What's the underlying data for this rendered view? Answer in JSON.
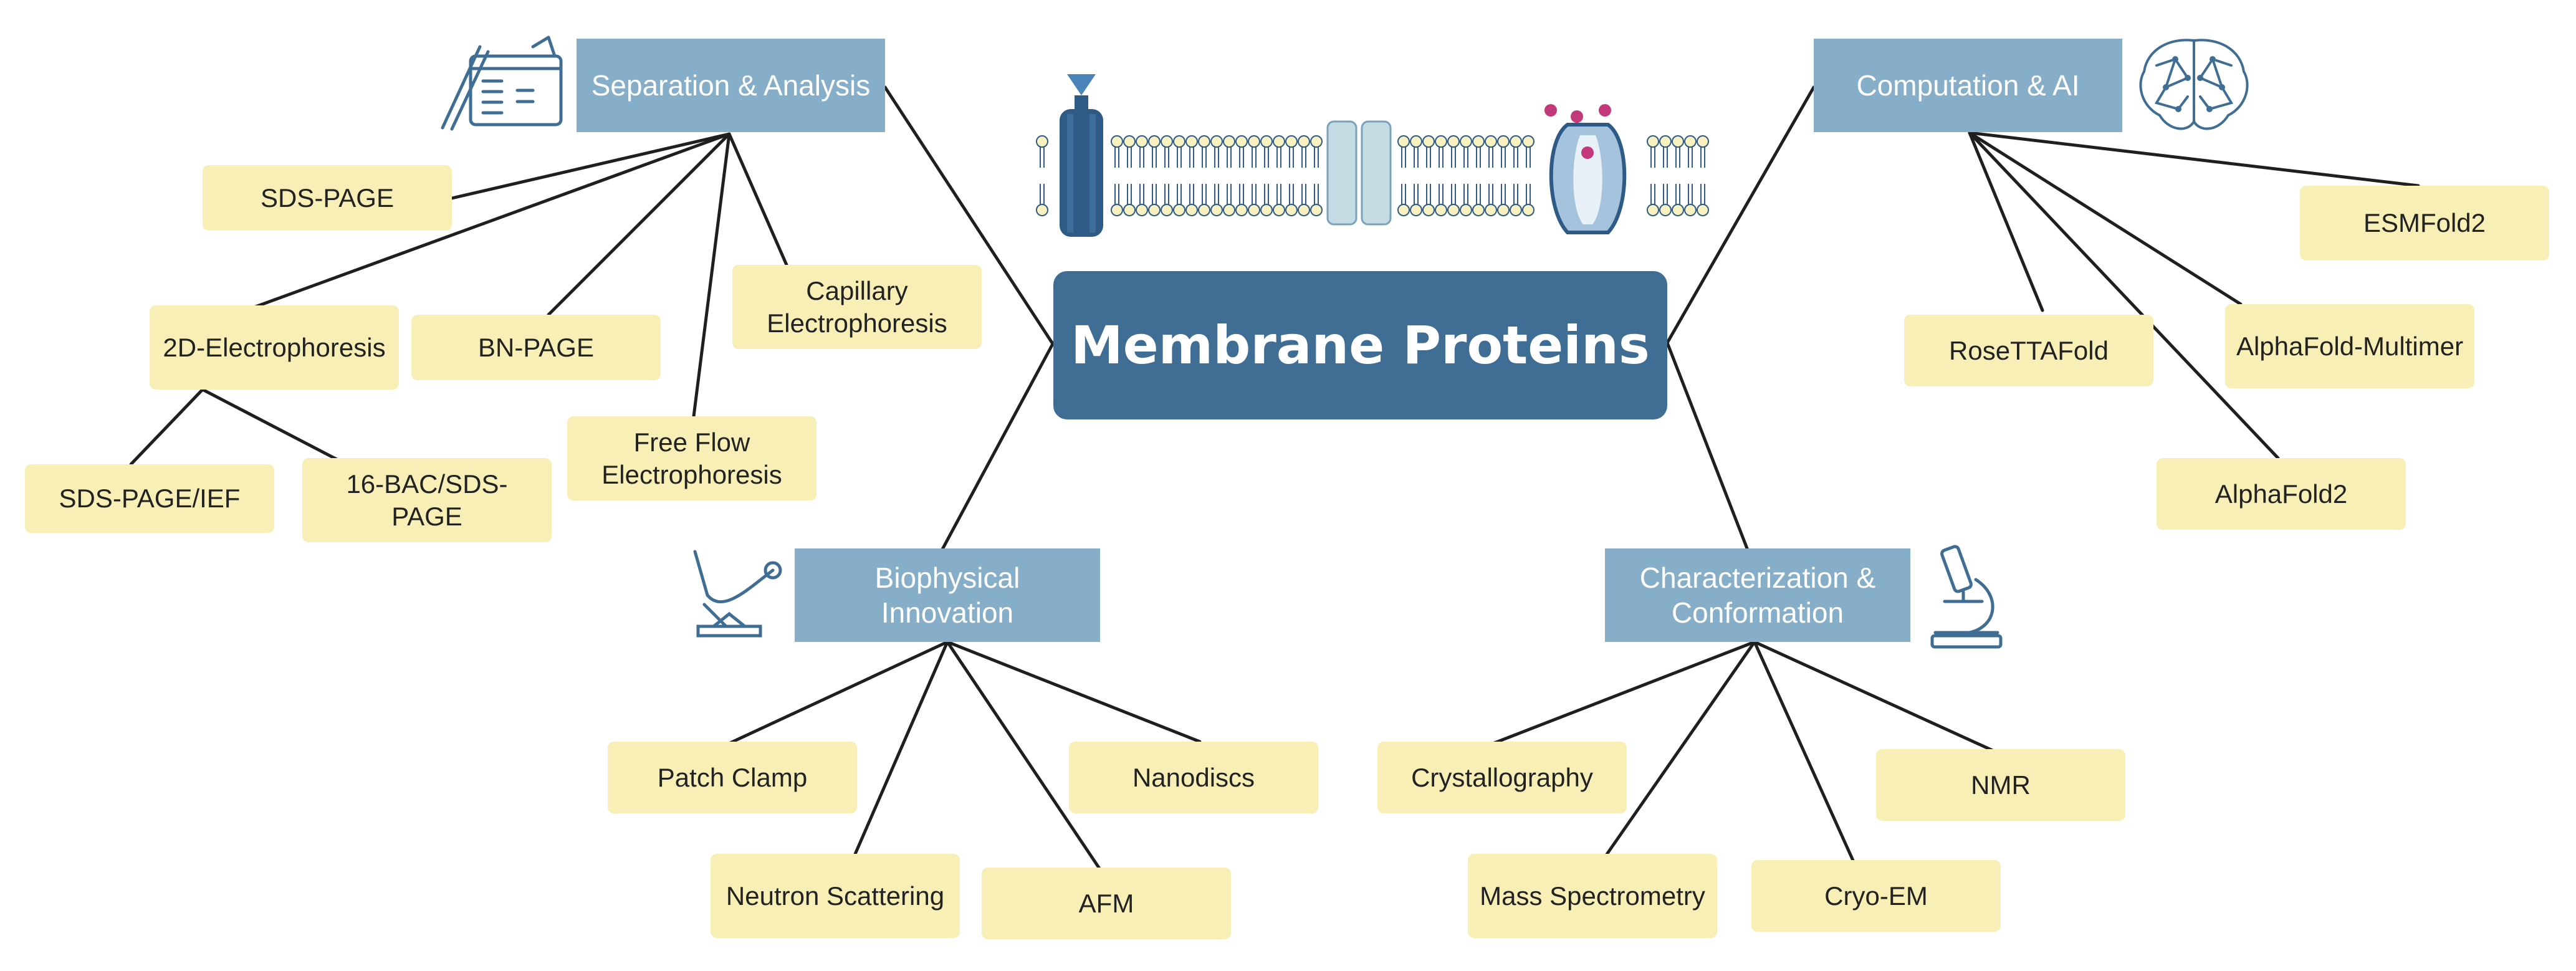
{
  "center": {
    "label": "Membrane Proteins"
  },
  "categories": {
    "separation": {
      "label": "Separation & Analysis"
    },
    "computation": {
      "label": "Computation & AI"
    },
    "biophysical": {
      "label": "Biophysical Innovation"
    },
    "characterization": {
      "label": "Characterization & Conformation"
    }
  },
  "separation_items": {
    "sds_page": "SDS-PAGE",
    "two_d": "2D-Electrophoresis",
    "bn_page": "BN-PAGE",
    "capillary": "Capillary Electrophoresis",
    "free_flow": "Free Flow Electrophoresis",
    "sds_page_ief": "SDS-PAGE/IEF",
    "bac_sds": "16-BAC/SDS-PAGE"
  },
  "computation_items": {
    "esmfold2": "ESMFold2",
    "rosettafold": "RoseTTAFold",
    "alphafold_multimer": "AlphaFold-Multimer",
    "alphafold2": "AlphaFold2"
  },
  "biophysical_items": {
    "patch_clamp": "Patch Clamp",
    "nanodiscs": "Nanodiscs",
    "neutron": "Neutron Scattering",
    "afm": "AFM"
  },
  "characterization_items": {
    "crystallography": "Crystallography",
    "nmr": "NMR",
    "mass_spec": "Mass Spectrometry",
    "cryo_em": "Cryo-EM"
  },
  "icons": {
    "separation": "gel-electrophoresis-icon",
    "computation": "brain-network-icon",
    "biophysical": "micropipette-icon",
    "characterization": "microscope-icon",
    "membrane": "lipid-bilayer-illustration"
  },
  "colors": {
    "center": "#3f6d94",
    "category": "#86aec9",
    "leaf": "#f7efb6",
    "lines": "#1f1f1f"
  }
}
